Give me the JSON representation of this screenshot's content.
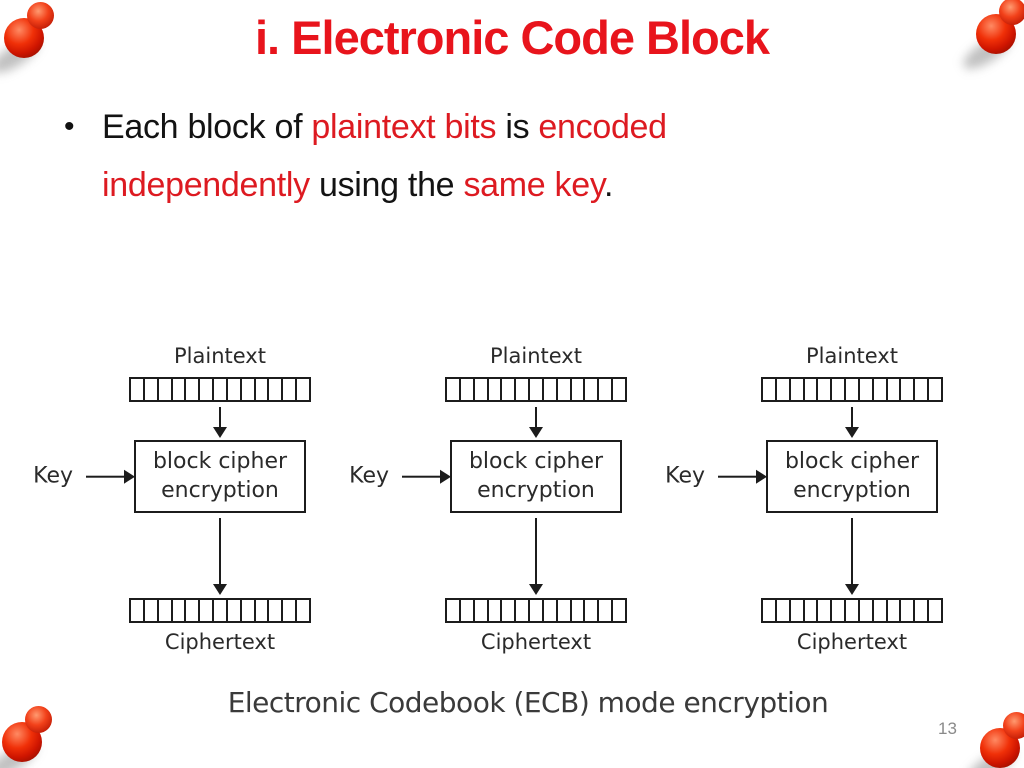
{
  "slide": {
    "title": "i. Electronic Code Block",
    "page_number": "13"
  },
  "bullet": {
    "marker": "•",
    "segments": [
      {
        "text": "Each block of ",
        "color": "black"
      },
      {
        "text": "plaintext bits",
        "color": "red"
      },
      {
        "text": " is ",
        "color": "black"
      },
      {
        "text": "encoded independently",
        "color": "red"
      },
      {
        "text": " using the ",
        "color": "black"
      },
      {
        "text": "same key",
        "color": "red"
      },
      {
        "text": ".",
        "color": "black"
      }
    ]
  },
  "diagram": {
    "bits_per_block": 13,
    "caption": "Electronic Codebook (ECB) mode encryption",
    "units": [
      {
        "plaintext_label": "Plaintext",
        "key_label": "Key",
        "box_line1": "block cipher",
        "box_line2": "encryption",
        "ciphertext_label": "Ciphertext"
      },
      {
        "plaintext_label": "Plaintext",
        "key_label": "Key",
        "box_line1": "block cipher",
        "box_line2": "encryption",
        "ciphertext_label": "Ciphertext"
      },
      {
        "plaintext_label": "Plaintext",
        "key_label": "Key",
        "box_line1": "block cipher",
        "box_line2": "encryption",
        "ciphertext_label": "Ciphertext"
      }
    ]
  },
  "colors": {
    "title_red": "#e8141c",
    "body_red": "#dd1a21",
    "text_black": "#131313",
    "diagram_ink": "#1c1c1c",
    "caption_gray": "#3a3a3a",
    "page_number_gray": "#8a8a8a",
    "pushpin_red": "#cf1500"
  },
  "decorations": {
    "pushpin_count": 4
  }
}
